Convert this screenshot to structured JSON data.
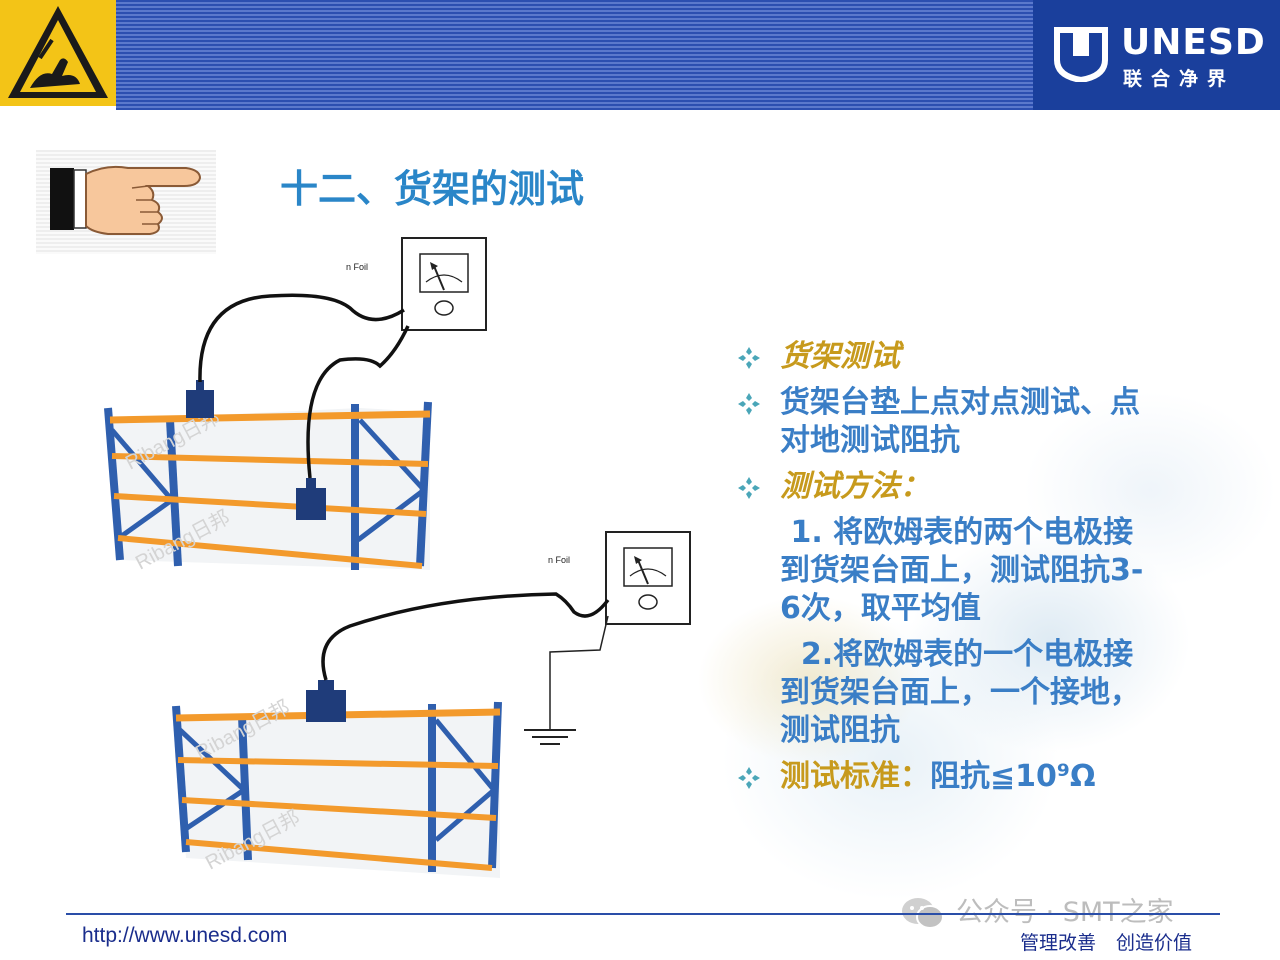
{
  "header": {
    "logo_text": "UNESD",
    "logo_cn": "联合净界"
  },
  "title": "十二、货架的测试",
  "diagram": {
    "meter_label_1": "n Foil",
    "meter_label_2": "n Foil",
    "watermark": "Ribang日邦"
  },
  "bullets": [
    {
      "text": "货架测试",
      "style": "gold-italic"
    },
    {
      "text": "货架台垫上点对点测试、点对地测试阻抗",
      "line1": "货架台垫上点对点测试、点",
      "line2": "对地测试阻抗",
      "style": "blue"
    },
    {
      "text": "测试方法：",
      "style": "gold-italic"
    },
    {
      "text": "1. 将欧姆表的两个电极接到货架台面上，测试阻抗3-6次，取平均值",
      "line1": " 1. 将欧姆表的两个电极接",
      "line2": "到货架台面上，测试阻抗3-",
      "line3": "6次，取平均值"
    },
    {
      "text": "2.将欧姆表的一个电极接到货架台面上，一个接地，测试阻抗",
      "line1": "  2.将欧姆表的一个电极接",
      "line2": "到货架台面上，一个接地，",
      "line3": "测试阻抗"
    },
    {
      "label": "测试标准：",
      "value": "阻抗≦10⁹Ω"
    }
  ],
  "footer": {
    "url": "http://www.unesd.com",
    "slogan": "管理改善 创造价值",
    "wechat": "公众号 · SMT之家"
  },
  "colors": {
    "title": "#2a86c8",
    "bullet_blue": "#3a7ec6",
    "bullet_gold": "#c79a1c",
    "header_blue": "#1a3f9c",
    "esd_yellow": "#f3c417",
    "shelf_orange": "#f39a2c",
    "shelf_blue": "#2f5fae"
  }
}
